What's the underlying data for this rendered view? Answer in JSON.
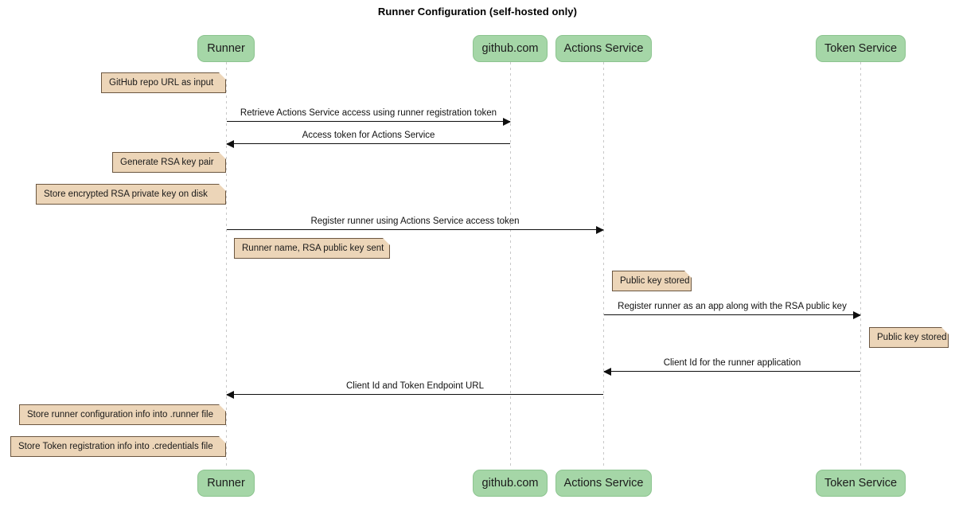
{
  "title": "Runner Configuration (self-hosted only)",
  "colors": {
    "participant_fill": "#a5d6a7",
    "participant_border": "#8cc48f",
    "note_fill": "#ecd5b8",
    "note_border": "#6b5640",
    "arrow": "#0f0f0f",
    "lifeline": "#c8c8c8",
    "background": "#ffffff"
  },
  "participants": [
    {
      "id": "runner",
      "label": "Runner"
    },
    {
      "id": "github",
      "label": "github.com"
    },
    {
      "id": "actions",
      "label": "Actions Service"
    },
    {
      "id": "token",
      "label": "Token Service"
    }
  ],
  "notes": [
    {
      "id": "note-github-repo-url",
      "text": "GitHub repo URL as input"
    },
    {
      "id": "note-generate-rsa",
      "text": "Generate RSA key pair"
    },
    {
      "id": "note-store-encrypted-rsa",
      "text": "Store encrypted RSA private key on disk"
    },
    {
      "id": "note-runner-name-key-sent",
      "text": "Runner name, RSA public key sent"
    },
    {
      "id": "note-public-key-actions",
      "text": "Public key stored"
    },
    {
      "id": "note-public-key-token",
      "text": "Public key stored"
    },
    {
      "id": "note-store-runner-config",
      "text": "Store runner configuration info into .runner file"
    },
    {
      "id": "note-store-token-reg",
      "text": "Store Token registration info into .credentials file"
    }
  ],
  "messages": [
    {
      "id": "msg-retrieve-actions-access",
      "label": "Retrieve Actions Service access using runner registration token",
      "from": "runner",
      "to": "github",
      "direction": "right"
    },
    {
      "id": "msg-access-token",
      "label": "Access token for Actions Service",
      "from": "github",
      "to": "runner",
      "direction": "left"
    },
    {
      "id": "msg-register-runner",
      "label": "Register runner using Actions Service access token",
      "from": "runner",
      "to": "actions",
      "direction": "right"
    },
    {
      "id": "msg-register-app",
      "label": "Register runner as an app along with the RSA public key",
      "from": "actions",
      "to": "token",
      "direction": "right"
    },
    {
      "id": "msg-client-id",
      "label": "Client Id for the runner application",
      "from": "token",
      "to": "actions",
      "direction": "left"
    },
    {
      "id": "msg-client-id-endpoint",
      "label": "Client Id and Token Endpoint URL",
      "from": "actions",
      "to": "runner",
      "direction": "left"
    }
  ]
}
